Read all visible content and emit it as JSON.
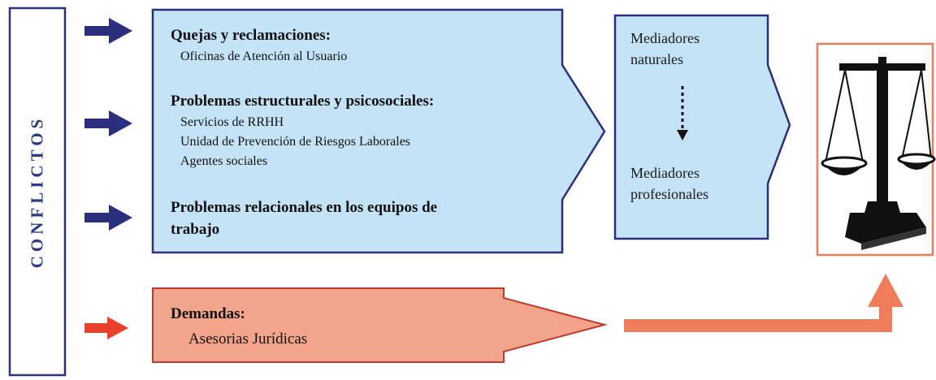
{
  "sidebar": {
    "label": "CONFLICTOS"
  },
  "blue_box": {
    "section1": {
      "title": "Quejas y reclamaciones:",
      "items": [
        "Oficinas de Atención al Usuario"
      ]
    },
    "section2": {
      "title": "Problemas estructurales y psicosociales:",
      "items": [
        "Servicios de RRHH",
        "Unidad de Prevención de Riesgos Laborales",
        "Agentes sociales"
      ]
    },
    "section3": {
      "title_line1": "Problemas relacionales en los equipos de",
      "title_line2": "trabajo"
    }
  },
  "mediators": {
    "top_line1": "Mediadores",
    "top_line2": "naturales",
    "bottom_line1": "Mediadores",
    "bottom_line2": "profesionales"
  },
  "red_box": {
    "title": "Demandas:",
    "item": "Asesorias Jurídicas"
  },
  "image": {
    "icon": "scales-of-justice-icon"
  },
  "colors": {
    "blue_fill": "#c5e3f6",
    "navy": "#2b2f7e",
    "salmon": "#f2a58a",
    "orange": "#ee7d5a",
    "red_arrow": "#e8402a"
  }
}
